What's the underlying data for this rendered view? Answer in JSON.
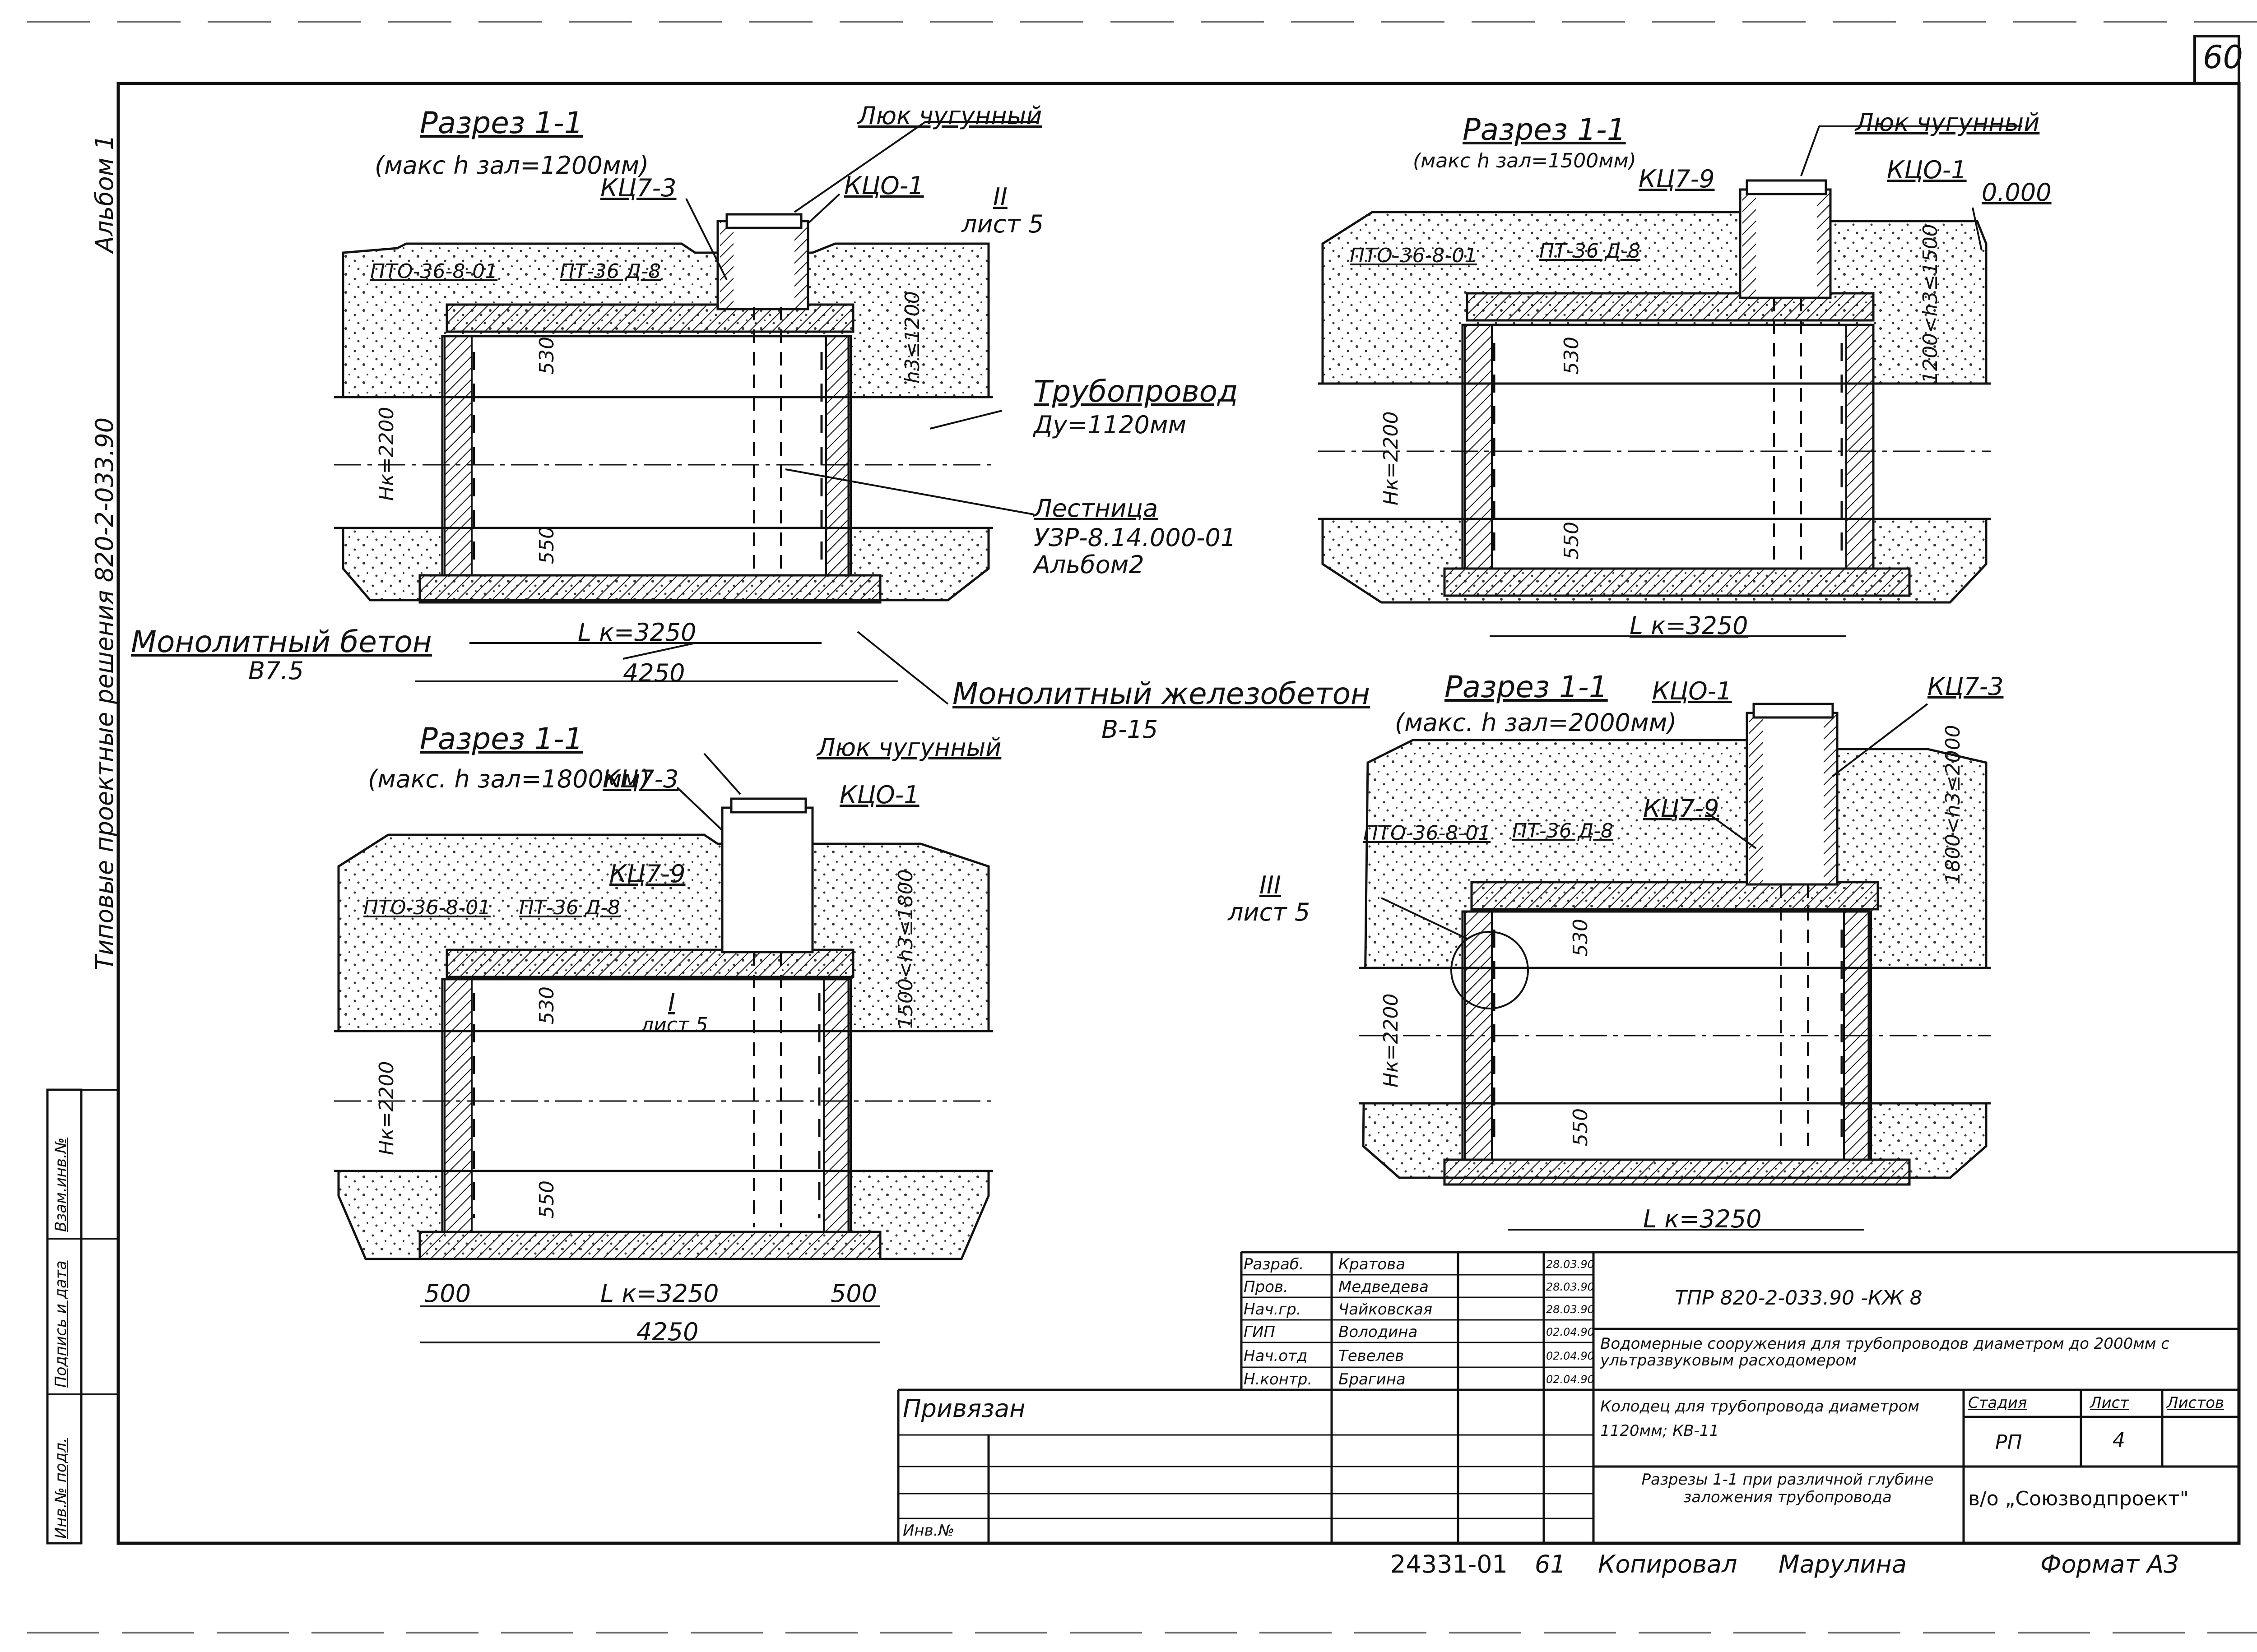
{
  "sheet_number": "60",
  "side_stamp": {
    "title": "Типовые проектные решения 820-2-033.90",
    "album": "Альбом 1",
    "cells": [
      "Взам.инв.№",
      "Подпись и дата",
      "Инв.№ подл."
    ]
  },
  "sections": [
    {
      "title": "Разрез 1-1",
      "subtitle": "(макс h зал=1200мм)",
      "labels": {
        "hatch": "Люк чугунный",
        "kco": "КЦО-1",
        "kc": "КЦ7-3",
        "ref_num": "II",
        "ref_sheet": "лист 5",
        "pto": "ПТО-36-8-01",
        "pt": "ПТ-36 Д-8",
        "depth": "h3≤1200",
        "dim530": "530",
        "dim550": "550",
        "hk": "Нк=2200",
        "lk": "L к=3250",
        "width": "4250"
      }
    },
    {
      "title": "Разрез 1-1",
      "subtitle": "(макс h зал=1500мм)",
      "labels": {
        "hatch": "Люк чугунный",
        "kco": "КЦО-1",
        "kc": "КЦ7-9",
        "level": "0.000",
        "pto": "ПТО-36-8-01",
        "pt": "ПТ-36 Д-8",
        "depth": "1200<h3≤1500",
        "dim530": "530",
        "dim550": "550",
        "hk": "Нк=2200",
        "lk": "L к=3250"
      }
    },
    {
      "title": "Разрез 1-1",
      "subtitle": "(макс. h зал=1800мм)",
      "labels": {
        "hatch": "Люк чугунный",
        "kco": "КЦО-1",
        "kc": "КЦ7-3",
        "kc2": "КЦ7-9",
        "pto": "ПТО-36-8-01",
        "pt": "ПТ-36 Д-8",
        "ref_num": "I",
        "ref_sheet": "лист 5",
        "depth": "1500<h3≤1800",
        "dim530": "530",
        "dim550": "550",
        "hk": "Нк=2200",
        "lk": "L к=3250",
        "side_left": "500",
        "side_right": "500",
        "width": "4250"
      }
    },
    {
      "title": "Разрез 1-1",
      "subtitle": "(макс. h зал=2000мм)",
      "labels": {
        "kco": "КЦО-1",
        "kc": "КЦ7-3",
        "kc2": "КЦ7-9",
        "pto": "ПТО-36-8-01",
        "pt": "ПТ-36 Д-8",
        "ref_num": "III",
        "ref_sheet": "лист 5",
        "depth": "1800<h3≤2000",
        "dim530": "530",
        "dim550": "550",
        "hk": "Нк=2200",
        "lk": "L к=3250"
      }
    }
  ],
  "callouts": {
    "pipe_title": "Трубопровод",
    "pipe_dia": "Ду=1120мм",
    "ladder_title": "Лестница",
    "ladder_code": "УЗР-8.14.000-01",
    "ladder_album": "Альбом2",
    "concrete_title": "Монолитный бетон",
    "concrete_class": "В7.5",
    "rc_title": "Монолитный железобетон",
    "rc_class": "В-15"
  },
  "title_block": {
    "people": [
      {
        "role": "Разраб.",
        "name": "Кратова",
        "date": "28.03.90"
      },
      {
        "role": "Пров.",
        "name": "Медведева",
        "date": "28.03.90"
      },
      {
        "role": "Нач.гр.",
        "name": "Чайковская",
        "date": "28.03.90"
      },
      {
        "role": "ГИП",
        "name": "Володина",
        "date": "02.04.90"
      },
      {
        "role": "Нач.отд",
        "name": "Тевелев",
        "date": "02.04.90"
      },
      {
        "role": "Н.контр.",
        "name": "Брагина",
        "date": "02.04.90"
      }
    ],
    "doc_code": "ТПР 820-2-033.90 -КЖ 8",
    "project_title": "Водомерные сооружения для трубопроводов диаметром до 2000мм с ультразвуковым расходомером",
    "object_title": "Колодец для трубопровода диаметром 1120мм; КВ-11",
    "sheet_title": "Разрезы 1-1 при различной глубине заложения трубопровода",
    "stage_header": "Стадия",
    "sheet_header": "Лист",
    "sheets_header": "Листов",
    "stage": "РП",
    "sheet": "4",
    "sheets": "",
    "organization": "в/о „Союзводпроект\"",
    "tied": "Привязан",
    "inv": "Инв.№"
  },
  "footer": {
    "archive_no": "24331-01",
    "page_no": "61",
    "copied": "Копировал",
    "copier": "Марулина",
    "format": "Формат А3"
  }
}
